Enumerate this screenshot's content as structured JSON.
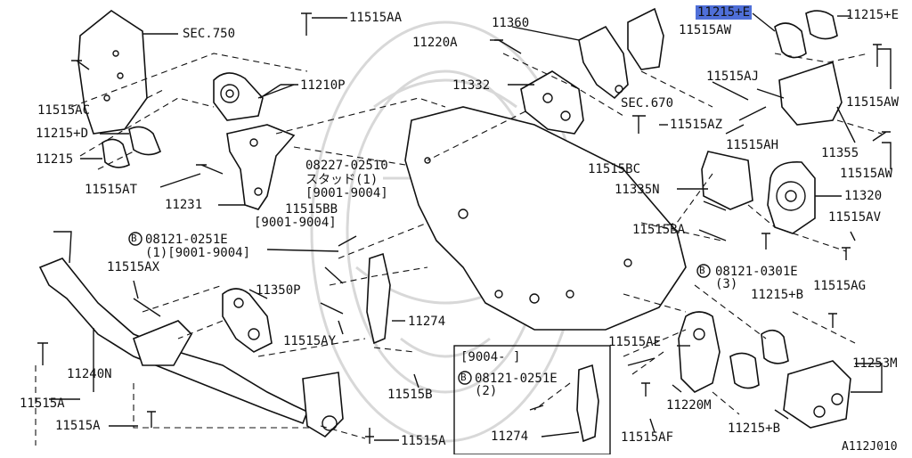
{
  "diagram_code": "A112J010",
  "labels": {
    "p11215e_top": "11215+E",
    "p11215e_right": "11215+E",
    "p11515aa": "11515AA",
    "sec750": "SEC.750",
    "p11360": "11360",
    "p11220a": "11220A",
    "p11515aw_top": "11515AW",
    "p11515aw_mid": "11515AW",
    "p11515aw_low": "11515AW",
    "p11210p": "11210P",
    "p11332": "11332",
    "p11515aj": "11515AJ",
    "sec670": "SEC.670",
    "p11515ac": "11515AC",
    "p11515az": "11515AZ",
    "p11215d": "11215+D",
    "p11515ah": "11515AH",
    "p11355": "11355",
    "p11215": "11215",
    "p11515bc": "11515BC",
    "p08227": "08227-02510",
    "stud": "スタッド(1)",
    "range1": "[9001-9004]",
    "p11515at": "11515AT",
    "p11335n": "11335N",
    "p11320": "11320",
    "p11515bb": "11515BB",
    "range2": "[9001-9004]",
    "p11231": "11231",
    "p11515av": "11515AV",
    "p11515ba": "11515BA",
    "b_08121_0251e": "08121-0251E",
    "b_note1": "(1)[9001-9004]",
    "b_08121_0301e": "08121-0301E",
    "b_qty3": "(3)",
    "p11515ax": "11515AX",
    "p11350p": "11350P",
    "p11215b_top": "11215+B",
    "p11515ag": "11515AG",
    "p11274_mid": "11274",
    "p11515ay": "11515AY",
    "p11515ae": "11515AE",
    "p11240n": "11240N",
    "range3": "[9004-      ]",
    "b2_08121_0251e": "08121-0251E",
    "b2_qty2": "(2)",
    "p11253m": "11253M",
    "p11515a_left": "11515A",
    "p11515b": "11515B",
    "p11220m": "11220M",
    "p11515a_low": "11515A",
    "p11215b_low": "11215+B",
    "p11274_low": "11274",
    "p11515af": "11515AF",
    "p11515a_bottom": "11515A"
  },
  "circled_letter": "B",
  "highlight_color": "#4f6fd8"
}
